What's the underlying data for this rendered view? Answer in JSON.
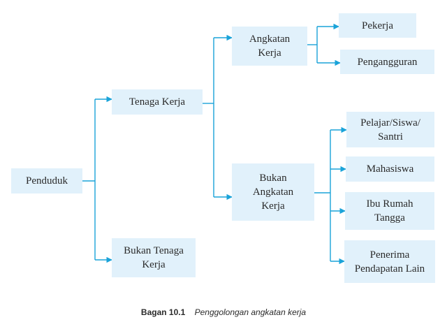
{
  "diagram": {
    "line_color": "#1aa3d9",
    "box_color": "#e1f1fb",
    "nodes": {
      "penduduk": "Penduduk",
      "tenaga_kerja": "Tenaga Kerja",
      "bukan_tenaga_kerja": "Bukan Tenaga\nKerja",
      "angkatan_kerja": "Angkatan\nKerja",
      "bukan_angkatan_kerja": "Bukan\nAngkatan\nKerja",
      "pekerja": "Pekerja",
      "pengangguran": "Pengangguran",
      "pelajar": "Pelajar/Siswa/\nSantri",
      "mahasiswa": "Mahasiswa",
      "ibu_rumah_tangga": "Ibu Rumah\nTangga",
      "penerima_pendapatan": "Penerima\nPendapatan Lain"
    }
  },
  "caption": {
    "label": "Bagan 10.1",
    "text": "Penggolongan angkatan kerja"
  }
}
